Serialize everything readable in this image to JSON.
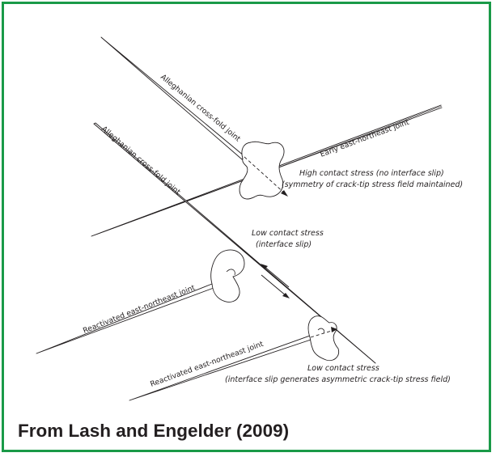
{
  "labels": {
    "cross_fold_upper": "Alleghanian cross-fold joint",
    "cross_fold_lower": "Alleghanian cross-fold joint",
    "early_ene": "Early east-northeast joint",
    "reactivated_left": "Reactivated east-northeast joint",
    "reactivated_bottom": "Reactivated east-northeast joint"
  },
  "annotations": {
    "high_stress_line1": "High contact stress (no interface slip)",
    "high_stress_line2": "(symmetry of crack-tip stress field maintained)",
    "low_stress_mid_line1": "Low contact stress",
    "low_stress_mid_line2": "(interface slip)",
    "low_stress_bottom_line1": "Low contact stress",
    "low_stress_bottom_line2": "(interface slip generates asymmetric crack-tip stress field)"
  },
  "credit": "From Lash and Engelder (2009)",
  "colors": {
    "frame": "#1a9a48",
    "ink": "#231f20"
  }
}
